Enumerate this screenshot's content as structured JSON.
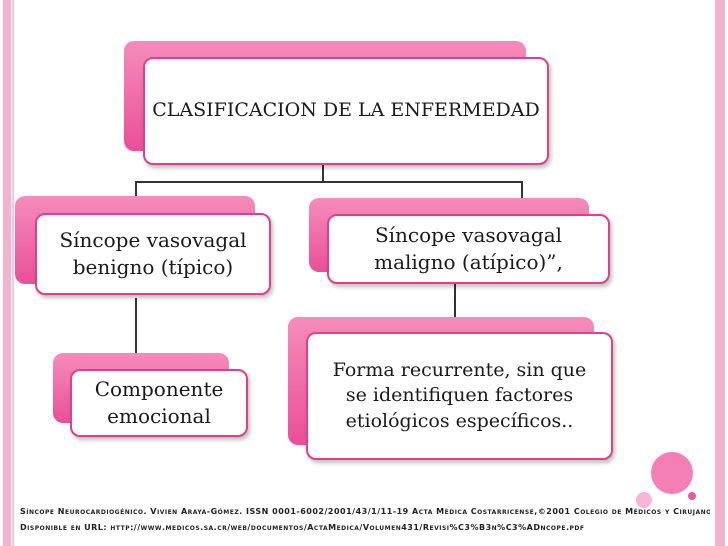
{
  "root": {
    "label": "CLASIFICACION DE LA ENFERMEDAD"
  },
  "left_branch": {
    "label": "Síncope vasovagal benigno (típico)"
  },
  "right_branch": {
    "label": "Síncope vasovagal maligno (atípico)”,"
  },
  "left_child": {
    "label": "Componente emocional"
  },
  "right_child": {
    "label": "Forma recurrente, sin que se identifiquen factores etiológicos específicos.."
  },
  "footer": {
    "line1": "Síncope Neurocardiogénico. Vivien Araya-Gómez. ISSN 0001-6002/2001/43/1/11-19 Acta Médica Costarricense,©2001 Colegio de Médicos y Cirujanos.",
    "line2": "Disponible en URL: http://www.medicos.sa.cr/web/documentos/ActaMedica/Volumen431/Revisi%C3%B3n%C3%ADncope.pdf"
  },
  "colors": {
    "accent": "#e03f8b",
    "shadow": "#ea4f97",
    "side_bars": "#f3b3cf"
  }
}
